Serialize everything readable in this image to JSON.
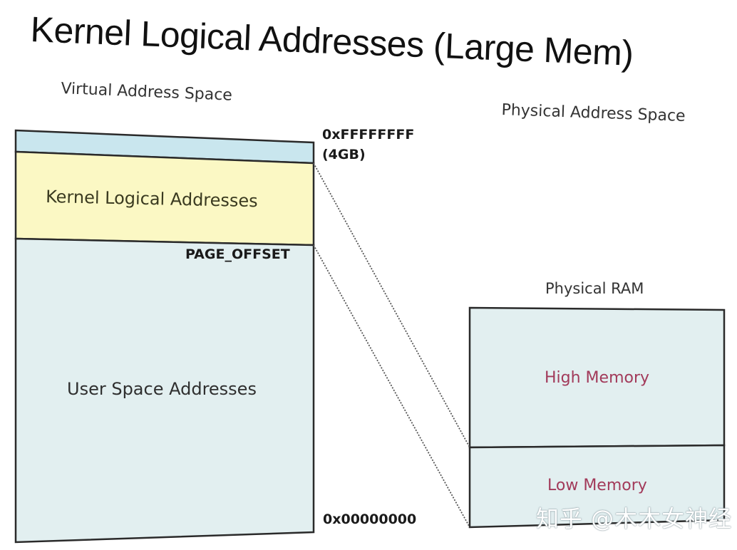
{
  "title": "Kernel Logical Addresses (Large Mem)",
  "virtual_space": {
    "heading": "Virtual Address Space",
    "regions": [
      {
        "name": "reserved-top",
        "label": "",
        "color": "#c9e6ee"
      },
      {
        "name": "kernel-logical",
        "label": "Kernel Logical Addresses",
        "color": "#fbf8c4"
      },
      {
        "name": "user-space",
        "label": "User Space Addresses",
        "color": "#e2eff0"
      }
    ],
    "address_labels": {
      "top": "0xFFFFFFFF",
      "top_size": "(4GB)",
      "page_offset": "PAGE_OFFSET",
      "bottom": "0x00000000"
    }
  },
  "physical_space": {
    "heading": "Physical Address Space",
    "ram_heading": "Physical RAM",
    "regions": [
      {
        "name": "high-memory",
        "label": "High Memory",
        "color": "#e2eff0"
      },
      {
        "name": "low-memory",
        "label": "Low Memory",
        "color": "#e2eff0"
      }
    ]
  },
  "colors": {
    "outline": "#2a2a2a",
    "memory_label": "#a23a5a"
  },
  "watermark": "知乎 @木木女神经"
}
